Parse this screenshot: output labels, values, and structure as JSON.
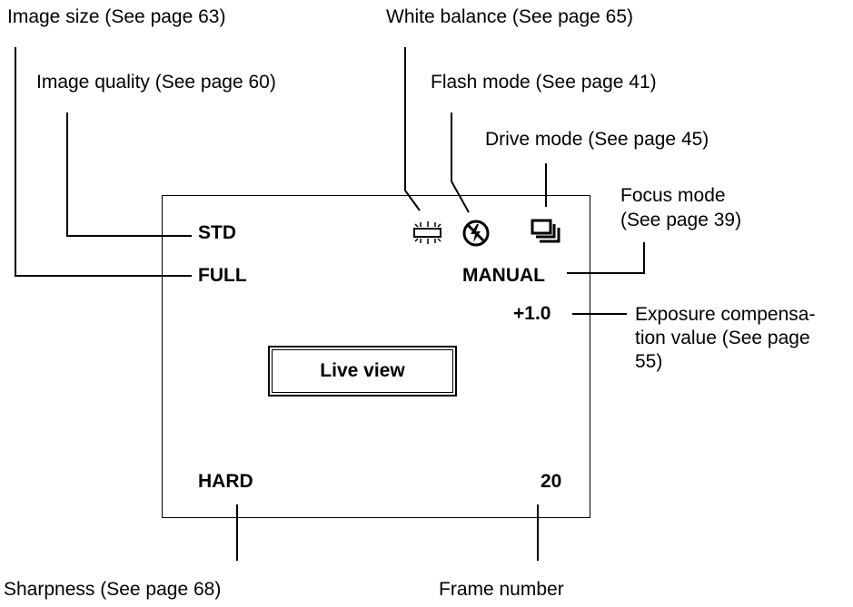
{
  "callouts": {
    "image_size": "Image size (See page 63)",
    "image_quality": "Image quality (See page 60)",
    "white_balance": "White balance (See page 65)",
    "flash_mode": "Flash mode (See page 41)",
    "drive_mode": "Drive mode (See page 45)",
    "focus_mode_line1": "Focus mode",
    "focus_mode_line2": "(See page 39)",
    "exposure_line1": "Exposure compensa-",
    "exposure_line2": "tion value (See page",
    "exposure_line3": "55)",
    "sharpness": "Sharpness (See page 68)",
    "frame_number": "Frame number"
  },
  "screen": {
    "quality": "STD",
    "size": "FULL",
    "focus": "MANUAL",
    "exposure": "+1.0",
    "live_view": "Live view",
    "sharpness": "HARD",
    "frame": "20"
  },
  "icons": {
    "white_balance": "fluorescent-icon",
    "flash": "flash-cancel-icon",
    "drive": "continuous-drive-icon"
  }
}
